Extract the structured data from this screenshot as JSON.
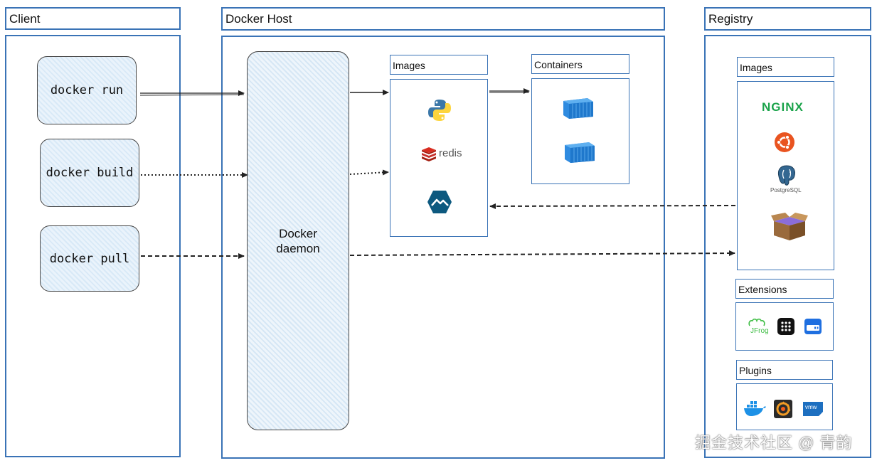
{
  "client": {
    "title": "Client",
    "commands": [
      "docker run",
      "docker build",
      "docker pull"
    ]
  },
  "host": {
    "title": "Docker Host",
    "daemon_line1": "Docker",
    "daemon_line2": "daemon",
    "images_title": "Images",
    "containers_title": "Containers",
    "image_icons": [
      "python-icon",
      "redis-icon",
      "alpine-icon"
    ],
    "redis_label": "redis"
  },
  "registry": {
    "title": "Registry",
    "images_title": "Images",
    "nginx_label": "NGINX",
    "postgres_label": "PostgreSQL",
    "extensions_title": "Extensions",
    "jfrog_label": "JFrog",
    "plugins_title": "Plugins",
    "vmw_label": "vmw"
  },
  "watermark": "掘金技术社区 @ 青韵",
  "colors": {
    "border": "#3a73b6",
    "container": "#3a9be6",
    "nginx": "#1aa34a",
    "ubuntu": "#e95420"
  }
}
